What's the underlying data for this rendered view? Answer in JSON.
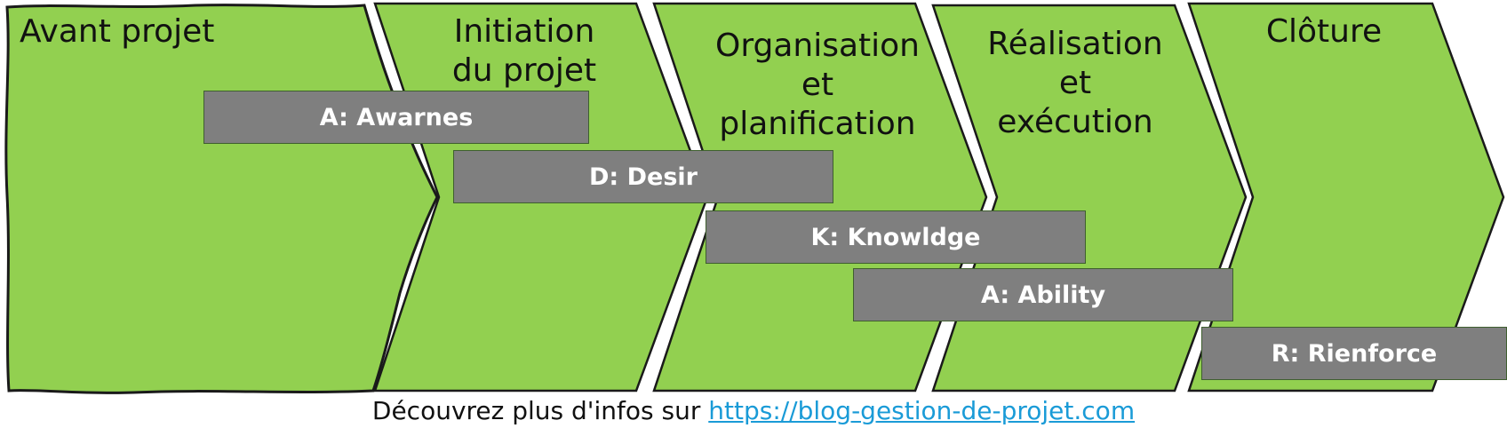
{
  "colors": {
    "phase_fill": "#92d050",
    "phase_stroke": "#1a1a1a",
    "bar_fill": "#7f7f7f",
    "bar_text": "#ffffff",
    "link": "#1a9bd7"
  },
  "phases": [
    {
      "label": "Avant projet"
    },
    {
      "label": "Initiation\ndu projet"
    },
    {
      "label": "Organisation\net\nplanification"
    },
    {
      "label": "Réalisation\net\nexécution"
    },
    {
      "label": "Clôture"
    }
  ],
  "bars": [
    {
      "label": "A: Awarnes"
    },
    {
      "label": "D: Desir"
    },
    {
      "label": "K: Knowldge"
    },
    {
      "label": "A: Ability"
    },
    {
      "label": "R: Rienforce"
    }
  ],
  "footer": {
    "text": "Découvrez plus d'infos sur ",
    "link_text": "https://blog-gestion-de-projet.com"
  }
}
